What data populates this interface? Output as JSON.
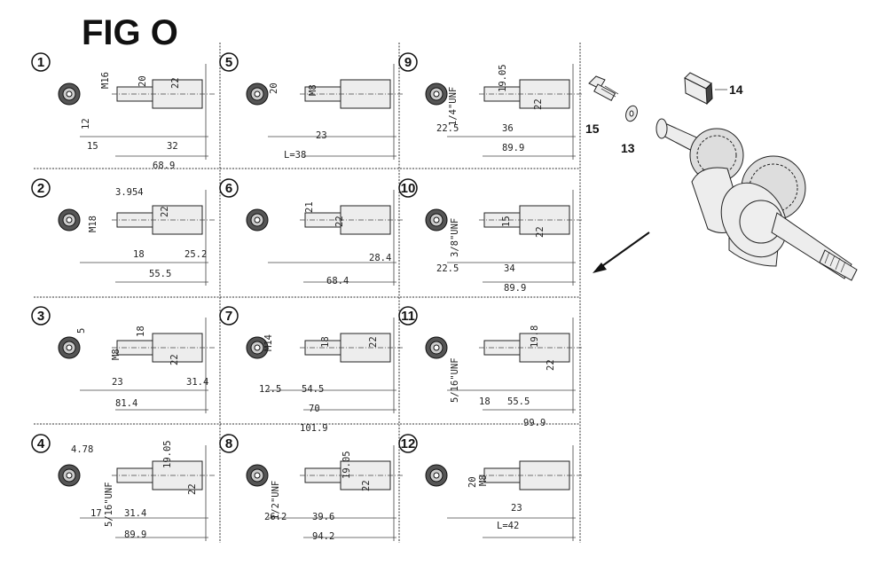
{
  "title": "FIG O",
  "variants": [
    {
      "num": "1",
      "labels": [
        "M16",
        "20",
        "22",
        "12",
        "15",
        "32",
        "68.9"
      ]
    },
    {
      "num": "2",
      "labels": [
        "3.954",
        "M18",
        "22",
        "18",
        "25.2",
        "55.5"
      ]
    },
    {
      "num": "3",
      "labels": [
        "5",
        "M8",
        "18",
        "22",
        "23",
        "31.4",
        "81.4"
      ]
    },
    {
      "num": "4",
      "labels": [
        "4.78",
        "5/16\"UNF",
        "19.05",
        "22",
        "17",
        "31.4",
        "89.9"
      ]
    },
    {
      "num": "5",
      "labels": [
        "20",
        "M8",
        "23",
        "L=38"
      ]
    },
    {
      "num": "6",
      "labels": [
        "21",
        "22",
        "28.4",
        "68.4"
      ]
    },
    {
      "num": "7",
      "labels": [
        "M14",
        "18",
        "22",
        "12.5",
        "54.5",
        "70",
        "101.9"
      ]
    },
    {
      "num": "8",
      "labels": [
        "1/2\"UNF",
        "19.05",
        "22",
        "26.2",
        "39.6",
        "94.2"
      ]
    },
    {
      "num": "9",
      "labels": [
        "1/4\"UNF",
        "19.05",
        "22",
        "22.5",
        "36",
        "89.9"
      ]
    },
    {
      "num": "10",
      "labels": [
        "3/8\"UNF",
        "15",
        "22",
        "22.5",
        "34",
        "89.9"
      ]
    },
    {
      "num": "11",
      "labels": [
        "5/16\"UNF",
        "19.8",
        "22",
        "18",
        "55.5",
        "99.9"
      ]
    },
    {
      "num": "12",
      "labels": [
        "20",
        "M8",
        "23",
        "L=42"
      ]
    }
  ],
  "callouts": {
    "c14": "14",
    "c15": "15",
    "c13": "13"
  }
}
